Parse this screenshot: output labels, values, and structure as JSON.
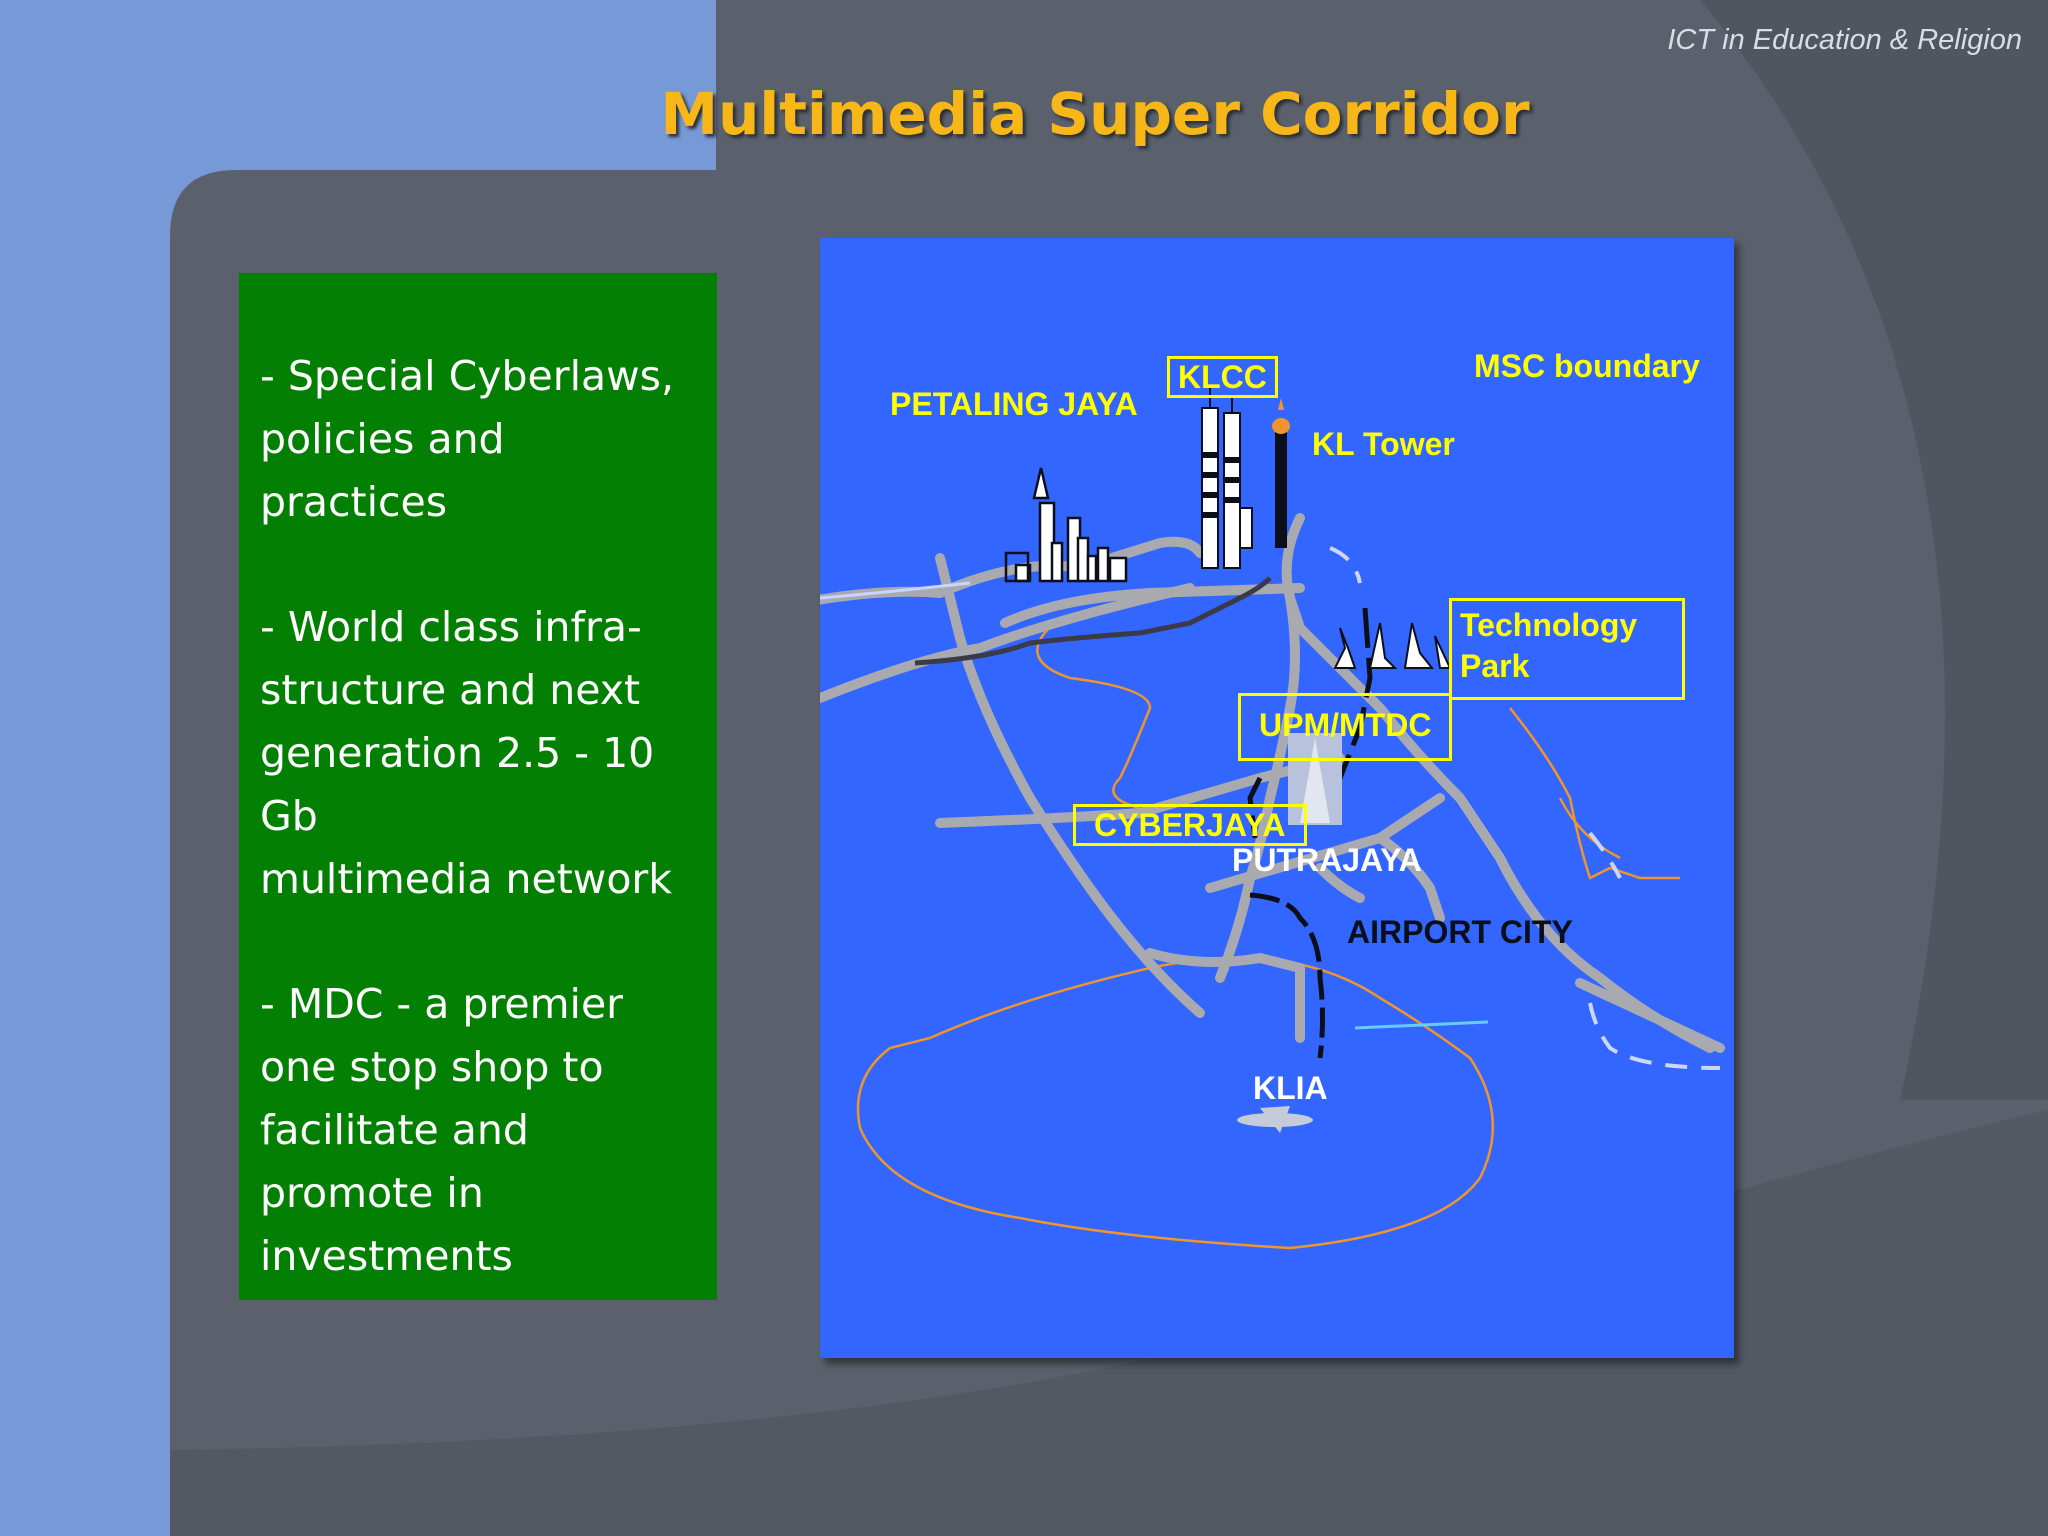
{
  "header": {
    "text": "ICT in Education & Religion"
  },
  "title": "Multimedia Super Corridor",
  "bullets": [
    "- Special Cyberlaws,\npolicies and\npractices",
    "- World class infra-\nstructure and next\ngeneration 2.5 - 10\nGb\nmultimedia network",
    "- MDC - a premier\none stop shop to\nfacilitate and\npromote in\ninvestments"
  ],
  "map": {
    "labels": {
      "msc_boundary": "MSC boundary",
      "klcc": "KLCC",
      "petaling_jaya": "PETALING JAYA",
      "kl_tower": "KL Tower",
      "technology_park": "Technology\nPark",
      "upm_mtdc": "UPM/MTDC",
      "cyberjaya": "CYBERJAYA",
      "putrajaya": "PUTRAJAYA",
      "airport_city": "AIRPORT CITY",
      "klia": "KLIA"
    }
  },
  "colors": {
    "title": "#f7b719",
    "bullet_box": "#038003",
    "map_background": "#3366ff",
    "label_yellow": "#ffff00",
    "boundary_orange": "#f0952a",
    "roads_gray": "#a9a9b0"
  }
}
